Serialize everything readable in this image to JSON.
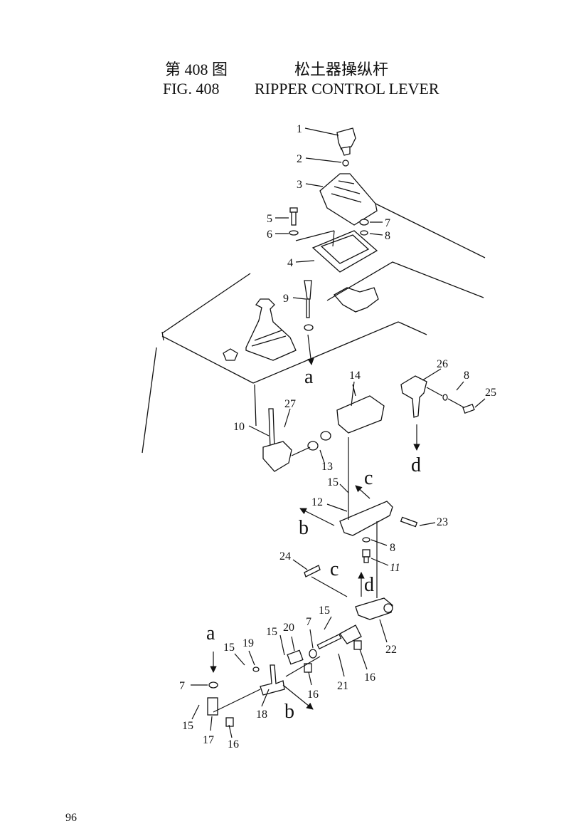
{
  "header": {
    "fig_cn": "第 408 图",
    "title_cn": "松土器操纵杆",
    "fig_en": "FIG. 408",
    "title_en": "RIPPER CONTROL LEVER"
  },
  "diagram": {
    "callouts": [
      "1",
      "2",
      "3",
      "4",
      "5",
      "6",
      "7",
      "8",
      "9",
      "10",
      "11",
      "12",
      "13",
      "14",
      "15",
      "16",
      "17",
      "18",
      "19",
      "20",
      "21",
      "22",
      "23",
      "24",
      "25",
      "26",
      "27"
    ],
    "links": [
      "a",
      "b",
      "c",
      "d"
    ]
  },
  "page_number": "96"
}
